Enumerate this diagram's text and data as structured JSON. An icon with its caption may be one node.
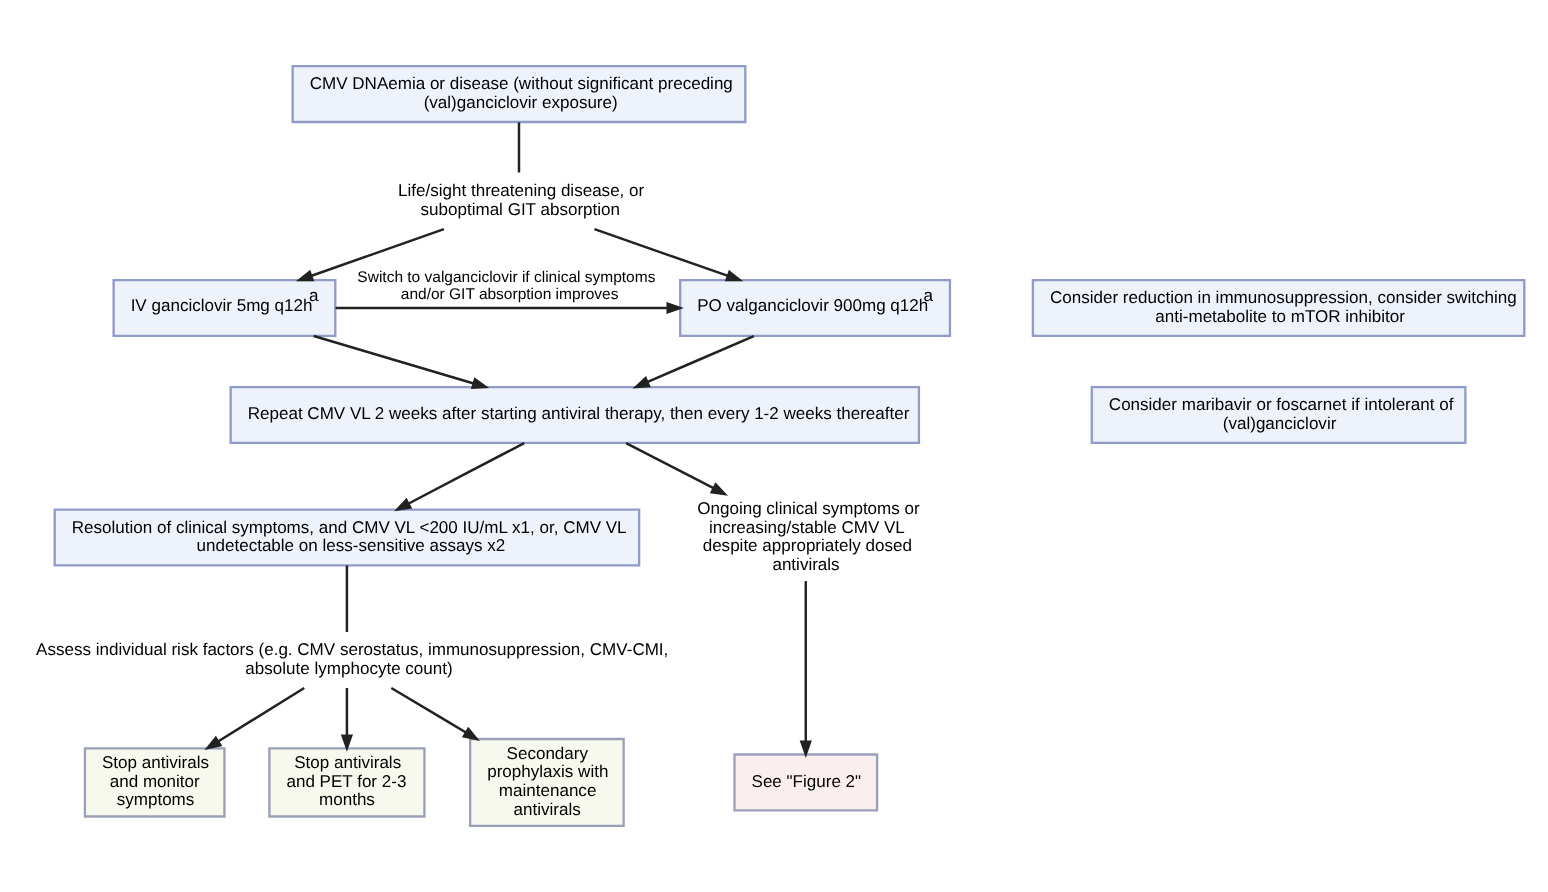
{
  "diagram": {
    "nodes": [
      {
        "text": [
          "CMV DNAemia or disease (without significant preceding (val)ganciclovir exposure)"
        ]
      },
      {
        "text": [
          "Life/sight threatening disease, or suboptimal GIT absorption"
        ]
      },
      {
        "text": [
          "IV ganciclovir 5mg q12h$^{a}$"
        ]
      },
      {
        "text": [
          "PO valganciclovir 900mg q12h$^{a}$"
        ]
      },
      {
        "text": [
          "Consider reduction in immunosuppression, consider switching anti-metabolite to mTOR inhibitor"
        ]
      },
      {
        "text": [
          "Consider maribavir or foscarnet if intolerant of (val)ganciclovir"
        ]
      },
      {
        "text": [
          "Repeat CMV VL 2 weeks after starting antiviral therapy, then every 1-2 weeks thereafter"
        ]
      },
      {
        "text": [
          "Resolution of clinical symptoms, and CMV VL <200 IU/mL x1, or, CMV VL undetectable on less-sensitive assays x2"
        ]
      },
      {
        "text": [
          "Ongoing clinical symptoms or increasing/stable CMV VL despite appropriately dosed antivirals"
        ]
      },
      {
        "text": [
          "Assess individual risk factors (e.g. CMV serostatus, immunosuppression, CMV-CMI, absolute lymphocyte count)"
        ]
      },
      {
        "text": [
          "Stop antivirals and monitor symptoms"
        ]
      },
      {
        "text": [
          "Stop antivirals and PET for 2-3 months"
        ]
      },
      {
        "text": [
          "Secondary prophylaxis with maintenance antivirals"
        ]
      },
      {
        "text": [
          "See \"Figure 2\""
        ]
      }
    ],
    "edges": [
      {
        "from": 0,
        "to": 1,
        "arrow": "none"
      },
      {
        "from": 1,
        "to": 2,
        "arrow": "to"
      },
      {
        "from": 1,
        "to": 3,
        "arrow": "to"
      },
      {
        "from": 2,
        "to": 3,
        "arrow": "to",
        "label": "Switch to valganciclovir if clinical symptoms and/or GIT absorption improves"
      },
      {
        "from": 2,
        "to": 6,
        "arrow": "to"
      },
      {
        "from": 3,
        "to": 6,
        "arrow": "to"
      },
      {
        "from": 6,
        "to": 7,
        "arrow": "to"
      },
      {
        "from": 6,
        "to": 8,
        "arrow": "to"
      },
      {
        "from": 7,
        "to": 9,
        "arrow": "none"
      },
      {
        "from": 9,
        "to": 10,
        "arrow": "to"
      },
      {
        "from": 9,
        "to": 11,
        "arrow": "to"
      },
      {
        "from": 9,
        "to": 12,
        "arrow": "to"
      },
      {
        "from": 8,
        "to": 13,
        "arrow": "to"
      }
    ]
  }
}
